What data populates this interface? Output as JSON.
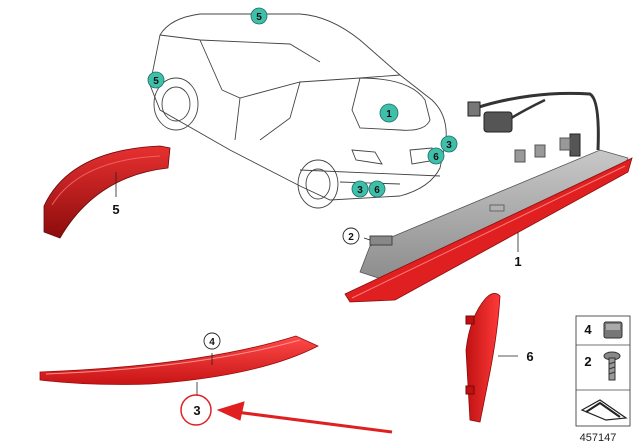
{
  "diagram": {
    "part_labels": {
      "p1": "1",
      "p2": "2",
      "p3": "3",
      "p4": "4",
      "p5": "5",
      "p6": "6"
    },
    "car_callouts": {
      "c1": "1",
      "c3a": "3",
      "c3b": "3",
      "c5a": "5",
      "c5b": "5",
      "c6a": "6",
      "c6b": "6"
    },
    "legend": {
      "l4": "4",
      "l2": "2"
    },
    "reference_number": "457147",
    "colors": {
      "callout_fill": "#3fbfaa",
      "part_red": "#e02020",
      "part_dark_red": "#9a1010",
      "housing_gray": "#9a9a9a",
      "arrow_red": "#e02020"
    }
  }
}
